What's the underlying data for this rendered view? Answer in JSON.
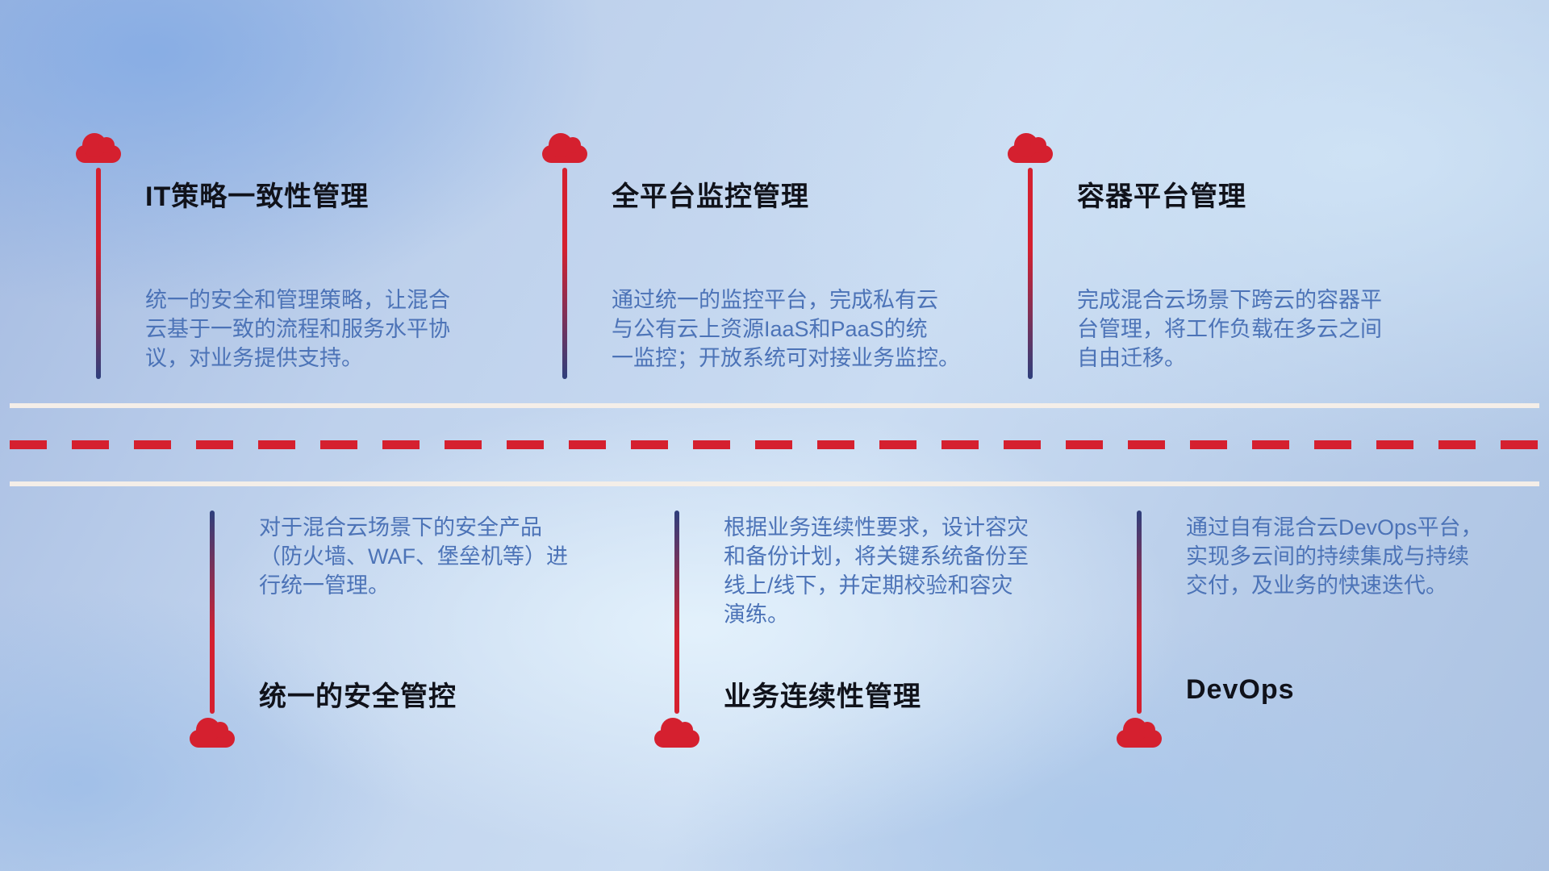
{
  "colors": {
    "accent_red": "#d5202f",
    "line_navy": "#2e3f7c",
    "desc_blue": "#4c73b7",
    "title_dark": "#10121a",
    "road_white": "#f4eee8"
  },
  "icons": {
    "milestone_marker": "cloud-icon"
  },
  "items": [
    {
      "position": "top",
      "title": "IT策略一致性管理",
      "description": "统一的安全和管理策略，让混合\n云基于一致的流程和服务水平协\n议，对业务提供支持。"
    },
    {
      "position": "top",
      "title": "全平台监控管理",
      "description": "通过统一的监控平台，完成私有云\n与公有云上资源IaaS和PaaS的统\n一监控；开放系统可对接业务监控。"
    },
    {
      "position": "top",
      "title": "容器平台管理",
      "description": "完成混合云场景下跨云的容器平\n台管理，将工作负载在多云之间\n自由迁移。"
    },
    {
      "position": "bottom",
      "title": "统一的安全管控",
      "description": "对于混合云场景下的安全产品\n（防火墙、WAF、堡垒机等）进\n行统一管理。"
    },
    {
      "position": "bottom",
      "title": "业务连续性管理",
      "description": "根据业务连续性要求，设计容灾\n和备份计划，将关键系统备份至\n线上/线下，并定期校验和容灾\n演练。"
    },
    {
      "position": "bottom",
      "title": "DevOps",
      "description": "通过自有混合云DevOps平台，\n实现多云间的持续集成与持续\n交付，及业务的快速迭代。"
    }
  ]
}
